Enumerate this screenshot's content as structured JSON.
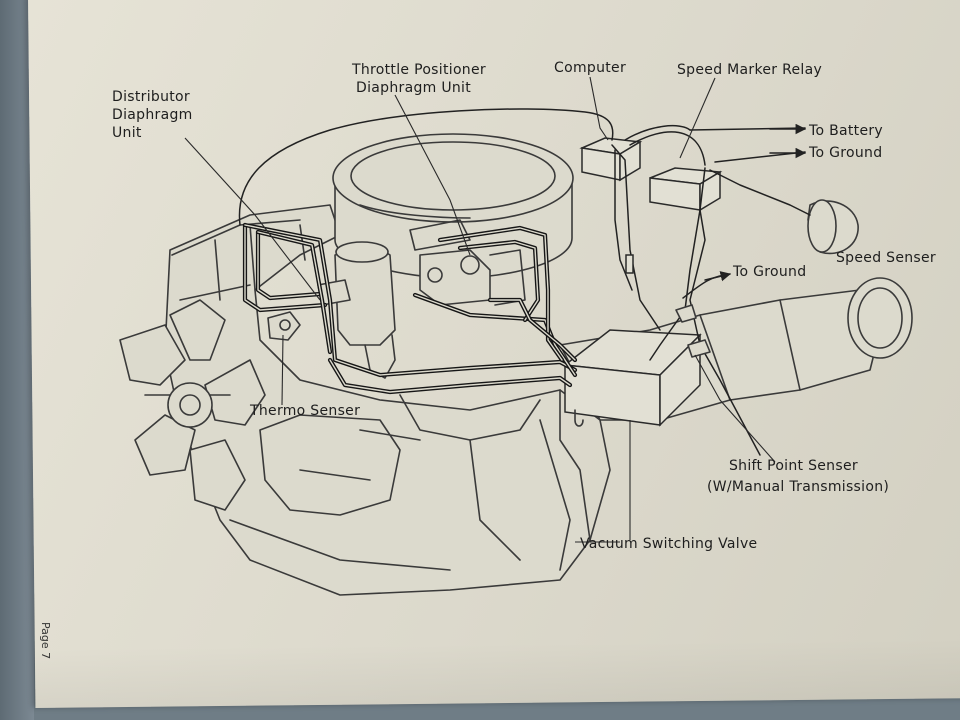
{
  "labels": {
    "distributor_l1": "Distributor",
    "distributor_l2": "Diaphragm",
    "distributor_l3": "Unit",
    "throttle_l1": "Throttle Positioner",
    "throttle_l2": "Diaphragm Unit",
    "computer": "Computer",
    "speed_marker_relay": "Speed Marker Relay",
    "to_battery": "To Battery",
    "to_ground_1": "To Ground",
    "to_ground_2": "To Ground",
    "speed_senser": "Speed Senser",
    "thermo_senser": "Thermo Senser",
    "shift_point_l1": "Shift Point Senser",
    "shift_point_l2": "(W/Manual Transmission)",
    "vacuum_switching_valve": "Vacuum Switching Valve"
  },
  "footer": {
    "page_number": "Page 7"
  },
  "colors": {
    "paper": "#dcd9cc",
    "ink": "#1e1e1e",
    "background": "#6f7d86"
  }
}
